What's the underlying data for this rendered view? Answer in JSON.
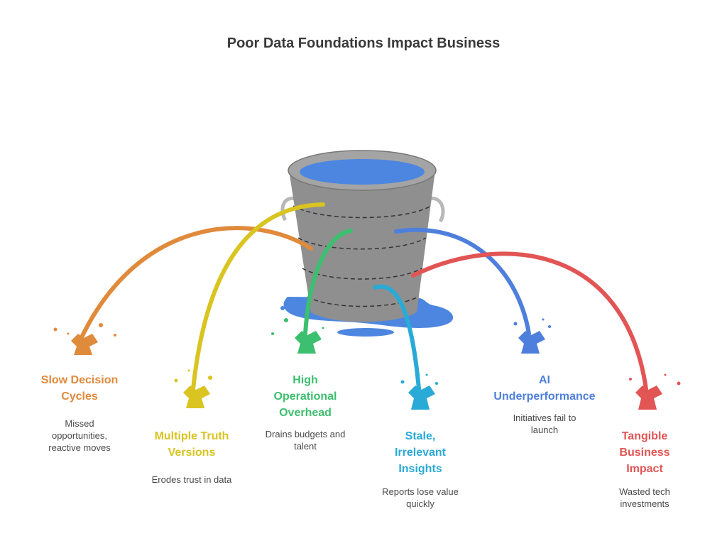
{
  "title": "Poor Data Foundations Impact Business",
  "items": [
    {
      "label_lines": [
        "Slow Decision",
        "Cycles"
      ],
      "desc_lines": [
        "Missed",
        "opportunities,",
        "reactive moves"
      ],
      "color": "#e08a3c"
    },
    {
      "label_lines": [
        "Multiple Truth",
        "Versions"
      ],
      "desc_lines": [
        "Erodes trust in data"
      ],
      "color": "#d9c421"
    },
    {
      "label_lines": [
        "High",
        "Operational",
        "Overhead"
      ],
      "desc_lines": [
        "Drains budgets and",
        "talent"
      ],
      "color": "#3cbf6e"
    },
    {
      "label_lines": [
        "Stale,",
        "Irrelevant",
        "Insights"
      ],
      "desc_lines": [
        "Reports lose value",
        "quickly"
      ],
      "color": "#2aaad6"
    },
    {
      "label_lines": [
        "AI",
        "Underperformance"
      ],
      "desc_lines": [
        "Initiatives fail to",
        "launch"
      ],
      "color": "#4f7fdc"
    },
    {
      "label_lines": [
        "Tangible",
        "Business",
        "Impact"
      ],
      "desc_lines": [
        "Wasted tech",
        "investments"
      ],
      "color": "#e25555"
    }
  ],
  "icons": {
    "center": "leaking-bucket-icon"
  },
  "colors": {
    "bucket_body": "#8f8f8f",
    "bucket_water": "#4c86e0",
    "puddle": "#4c86e0"
  }
}
